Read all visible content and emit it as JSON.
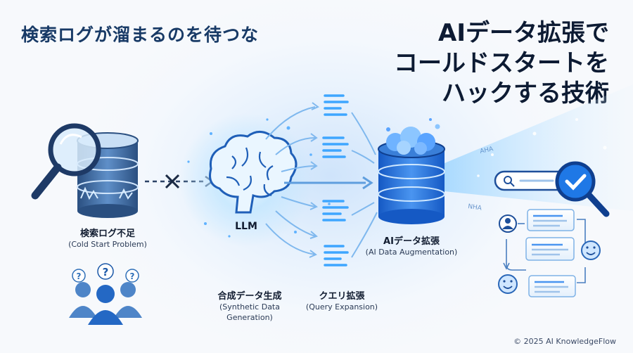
{
  "headline": {
    "left": "検索ログが溜まるのを待つな",
    "right_lines": [
      "AIデータ拡張で",
      "コールドスタートを",
      "ハックする技術"
    ]
  },
  "cold_start": {
    "label": "検索ログ不足",
    "sublabel": "(Cold Start Problem)"
  },
  "llm": {
    "label": "LLM"
  },
  "synthetic": {
    "label": "合成データ生成",
    "sublabel_lines": [
      "(Synthetic Data",
      "Generation)"
    ]
  },
  "query_expansion": {
    "label": "クエリ拡張",
    "sublabel": "(Query Expansion)"
  },
  "augmentation": {
    "label": "AIデータ拡張",
    "sublabel": "(AI Data Augmentation)"
  },
  "beam_words": [
    "AHA",
    "NHA"
  ],
  "footer": {
    "copyright": "© 2025 AI KnowledgeFlow"
  },
  "icons": [
    "magnifier-icon",
    "database-icon",
    "cross-icon",
    "brain-icon",
    "document-icon",
    "checkmark-icon",
    "user-icon",
    "smile-icon",
    "question-icon",
    "person-group-icon"
  ],
  "colors": {
    "accent": "#2f7fe0",
    "dark": "#183a66",
    "glow": "#8fd0ff"
  }
}
